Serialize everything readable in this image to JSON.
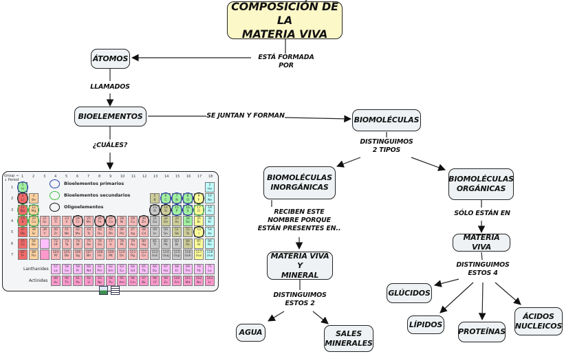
{
  "nodes": {
    "title": "COMPOSICIÓN DE LA\nMATERIA VIVA",
    "atomos": "ÁTOMOS",
    "bioelementos": "BIOELEMENTOS",
    "biomoleculas": "BIOMOLÉCULAS",
    "inorganicas": "BIOMOLÉCULAS\nINORGÁNICAS",
    "organicas": "BIOMOLÉCULAS\nORGÁNICAS",
    "materia_viva_mineral": "MATERIA VIVA Y\nMINERAL",
    "materia_viva": "MATERIA VIVA",
    "agua": "AGUA",
    "sales": "SALES\nMINERALES",
    "glucidos": "GLÚCIDOS",
    "lipidos": "LÍPIDOS",
    "proteinas": "PROTEÍNAS",
    "acidos": "ÁCIDOS\nNUCLEICOS"
  },
  "links": {
    "esta_formada_por": "ESTÁ FORMADA POR",
    "llamados": "LLAMADOS",
    "cuales": "¿CUÁLES?",
    "se_juntan": "SE JUNTAN Y FORMAN",
    "distinguimos_2_tipos": "DISTINGUIMOS\n2 TIPOS",
    "reciben": "RECIBEN ESTE\nNOMBRE PORQUE\nESTÁN PRESENTES EN..",
    "solo_estan_en": "SÓLO ESTÁN EN",
    "distinguimos_estos_2": "DISTINGUIMOS\nESTOS 2",
    "distinguimos_estos_4": "DISTINGUIMOS\nESTOS 4"
  },
  "periodic_table": {
    "group_label": "Group →",
    "period_label": "↓ Period",
    "groups": [
      "1",
      "2",
      "3",
      "4",
      "5",
      "6",
      "7",
      "8",
      "9",
      "10",
      "11",
      "12",
      "13",
      "14",
      "15",
      "16",
      "17",
      "18"
    ],
    "periods": [
      "1",
      "2",
      "3",
      "4",
      "5",
      "6",
      "7"
    ],
    "legend": [
      {
        "label": "Bioelementos primarios",
        "color": "#1f3fb0"
      },
      {
        "label": "Bioelementos secundarios",
        "color": "#3cc23c"
      },
      {
        "label": "Oligoelementos",
        "color": "#111111"
      }
    ],
    "lanthanides_label": "Lanthanides",
    "actinides_label": "Actinides",
    "category_colors": {
      "alkali": "#f26a6a",
      "alkaline": "#ffd2a0",
      "transition": "#f7b9b9",
      "post": "#c8c8c8",
      "metalloid": "#cccc99",
      "nonmetal": "#a0f0a0",
      "halogen": "#ffff99",
      "noble": "#c0ffff",
      "lanth": "#ffbfff",
      "act": "#ff99cc",
      "h": "#a0f0a0"
    },
    "elements": [
      [
        1,
        "H",
        1,
        1,
        "h",
        "primary"
      ],
      [
        2,
        "He",
        1,
        18,
        "noble",
        ""
      ],
      [
        3,
        "Li",
        2,
        1,
        "alkali",
        "oligo"
      ],
      [
        4,
        "Be",
        2,
        2,
        "alkaline",
        ""
      ],
      [
        5,
        "B",
        2,
        13,
        "metalloid",
        ""
      ],
      [
        6,
        "C",
        2,
        14,
        "nonmetal",
        "primary"
      ],
      [
        7,
        "N",
        2,
        15,
        "nonmetal",
        "primary"
      ],
      [
        8,
        "O",
        2,
        16,
        "nonmetal",
        "primary"
      ],
      [
        9,
        "F",
        2,
        17,
        "halogen",
        "oligo"
      ],
      [
        10,
        "Ne",
        2,
        18,
        "noble",
        ""
      ],
      [
        11,
        "Na",
        3,
        1,
        "alkali",
        "secondary"
      ],
      [
        12,
        "Mg",
        3,
        2,
        "alkaline",
        "secondary"
      ],
      [
        13,
        "Al",
        3,
        13,
        "post",
        "oligo"
      ],
      [
        14,
        "Si",
        3,
        14,
        "metalloid",
        "oligo"
      ],
      [
        15,
        "P",
        3,
        15,
        "nonmetal",
        "primary"
      ],
      [
        16,
        "S",
        3,
        16,
        "nonmetal",
        "primary"
      ],
      [
        17,
        "Cl",
        3,
        17,
        "halogen",
        "secondary"
      ],
      [
        18,
        "Ar",
        3,
        18,
        "noble",
        ""
      ],
      [
        19,
        "K",
        4,
        1,
        "alkali",
        "secondary"
      ],
      [
        20,
        "Ca",
        4,
        2,
        "alkaline",
        "secondary"
      ],
      [
        21,
        "Sc",
        4,
        3,
        "transition",
        ""
      ],
      [
        22,
        "Ti",
        4,
        4,
        "transition",
        ""
      ],
      [
        23,
        "V",
        4,
        5,
        "transition",
        ""
      ],
      [
        24,
        "Cr",
        4,
        6,
        "transition",
        "oligo"
      ],
      [
        25,
        "Mn",
        4,
        7,
        "transition",
        ""
      ],
      [
        26,
        "Fe",
        4,
        8,
        "transition",
        "oligo"
      ],
      [
        27,
        "Co",
        4,
        9,
        "transition",
        "oligo"
      ],
      [
        28,
        "Ni",
        4,
        10,
        "transition",
        ""
      ],
      [
        29,
        "Cu",
        4,
        11,
        "transition",
        ""
      ],
      [
        30,
        "Zn",
        4,
        12,
        "transition",
        "oligo"
      ],
      [
        31,
        "Ga",
        4,
        13,
        "post",
        ""
      ],
      [
        32,
        "Ge",
        4,
        14,
        "metalloid",
        ""
      ],
      [
        33,
        "As",
        4,
        15,
        "metalloid",
        ""
      ],
      [
        34,
        "Se",
        4,
        16,
        "nonmetal",
        ""
      ],
      [
        35,
        "Br",
        4,
        17,
        "halogen",
        ""
      ],
      [
        36,
        "Kr",
        4,
        18,
        "noble",
        ""
      ],
      [
        37,
        "Rb",
        5,
        1,
        "alkali",
        ""
      ],
      [
        38,
        "Sr",
        5,
        2,
        "alkaline",
        ""
      ],
      [
        39,
        "Y",
        5,
        3,
        "transition",
        ""
      ],
      [
        40,
        "Zr",
        5,
        4,
        "transition",
        ""
      ],
      [
        41,
        "Nb",
        5,
        5,
        "transition",
        ""
      ],
      [
        42,
        "Mo",
        5,
        6,
        "transition",
        ""
      ],
      [
        43,
        "Tc",
        5,
        7,
        "transition",
        ""
      ],
      [
        44,
        "Ru",
        5,
        8,
        "transition",
        ""
      ],
      [
        45,
        "Rh",
        5,
        9,
        "transition",
        ""
      ],
      [
        46,
        "Pd",
        5,
        10,
        "transition",
        ""
      ],
      [
        47,
        "Ag",
        5,
        11,
        "transition",
        ""
      ],
      [
        48,
        "Cd",
        5,
        12,
        "transition",
        ""
      ],
      [
        49,
        "In",
        5,
        13,
        "post",
        ""
      ],
      [
        50,
        "Sn",
        5,
        14,
        "post",
        ""
      ],
      [
        51,
        "Sb",
        5,
        15,
        "metalloid",
        ""
      ],
      [
        52,
        "Te",
        5,
        16,
        "metalloid",
        ""
      ],
      [
        53,
        "I",
        5,
        17,
        "halogen",
        "oligo"
      ],
      [
        54,
        "Xe",
        5,
        18,
        "noble",
        ""
      ],
      [
        55,
        "Cs",
        6,
        1,
        "alkali",
        ""
      ],
      [
        56,
        "Ba",
        6,
        2,
        "alkaline",
        ""
      ],
      [
        0,
        "",
        6,
        3,
        "lanth",
        ""
      ],
      [
        72,
        "Hf",
        6,
        4,
        "transition",
        ""
      ],
      [
        73,
        "Ta",
        6,
        5,
        "transition",
        ""
      ],
      [
        74,
        "W",
        6,
        6,
        "transition",
        ""
      ],
      [
        75,
        "Re",
        6,
        7,
        "transition",
        ""
      ],
      [
        76,
        "Os",
        6,
        8,
        "transition",
        ""
      ],
      [
        77,
        "Ir",
        6,
        9,
        "transition",
        ""
      ],
      [
        78,
        "Pt",
        6,
        10,
        "transition",
        ""
      ],
      [
        79,
        "Au",
        6,
        11,
        "transition",
        ""
      ],
      [
        80,
        "Hg",
        6,
        12,
        "transition",
        ""
      ],
      [
        81,
        "Tl",
        6,
        13,
        "post",
        ""
      ],
      [
        82,
        "Pb",
        6,
        14,
        "post",
        ""
      ],
      [
        83,
        "Bi",
        6,
        15,
        "post",
        ""
      ],
      [
        84,
        "Po",
        6,
        16,
        "metalloid",
        ""
      ],
      [
        85,
        "At",
        6,
        17,
        "halogen",
        ""
      ],
      [
        86,
        "Rn",
        6,
        18,
        "noble",
        ""
      ],
      [
        87,
        "Fr",
        7,
        1,
        "alkali",
        ""
      ],
      [
        88,
        "Ra",
        7,
        2,
        "alkaline",
        ""
      ],
      [
        0,
        "",
        7,
        3,
        "act",
        ""
      ],
      [
        104,
        "Rf",
        7,
        4,
        "transition",
        ""
      ],
      [
        105,
        "Db",
        7,
        5,
        "transition",
        ""
      ],
      [
        106,
        "Sg",
        7,
        6,
        "transition",
        ""
      ],
      [
        107,
        "Bh",
        7,
        7,
        "transition",
        ""
      ],
      [
        108,
        "Hs",
        7,
        8,
        "transition",
        ""
      ],
      [
        109,
        "Mt",
        7,
        9,
        "transition",
        ""
      ],
      [
        110,
        "Ds",
        7,
        10,
        "transition",
        ""
      ],
      [
        111,
        "Rg",
        7,
        11,
        "transition",
        ""
      ],
      [
        112,
        "Cn",
        7,
        12,
        "transition",
        ""
      ],
      [
        113,
        "Uut",
        7,
        13,
        "post",
        ""
      ],
      [
        114,
        "Uuq",
        7,
        14,
        "post",
        ""
      ],
      [
        115,
        "Uup",
        7,
        15,
        "post",
        ""
      ],
      [
        116,
        "Uuh",
        7,
        16,
        "post",
        ""
      ],
      [
        117,
        "Uus",
        7,
        17,
        "halogen",
        ""
      ],
      [
        118,
        "Uuo",
        7,
        18,
        "noble",
        ""
      ]
    ],
    "lanthanides": [
      [
        57,
        "La"
      ],
      [
        58,
        "Ce"
      ],
      [
        59,
        "Pr"
      ],
      [
        60,
        "Nd"
      ],
      [
        61,
        "Pm"
      ],
      [
        62,
        "Sm"
      ],
      [
        63,
        "Eu"
      ],
      [
        64,
        "Gd"
      ],
      [
        65,
        "Tb"
      ],
      [
        66,
        "Dy"
      ],
      [
        67,
        "Ho"
      ],
      [
        68,
        "Er"
      ],
      [
        69,
        "Tm"
      ],
      [
        70,
        "Yb"
      ],
      [
        71,
        "Lu"
      ]
    ],
    "actinides": [
      [
        89,
        "Ac"
      ],
      [
        90,
        "Th"
      ],
      [
        91,
        "Pa"
      ],
      [
        92,
        "U"
      ],
      [
        93,
        "Np"
      ],
      [
        94,
        "Pu"
      ],
      [
        95,
        "Am"
      ],
      [
        96,
        "Cm"
      ],
      [
        97,
        "Bk"
      ],
      [
        98,
        "Cf"
      ],
      [
        99,
        "Es"
      ],
      [
        100,
        "Fm"
      ],
      [
        101,
        "Md"
      ],
      [
        102,
        "No"
      ],
      [
        103,
        "Lr"
      ]
    ]
  },
  "attachments": [
    "image-icon",
    "document-icon"
  ]
}
